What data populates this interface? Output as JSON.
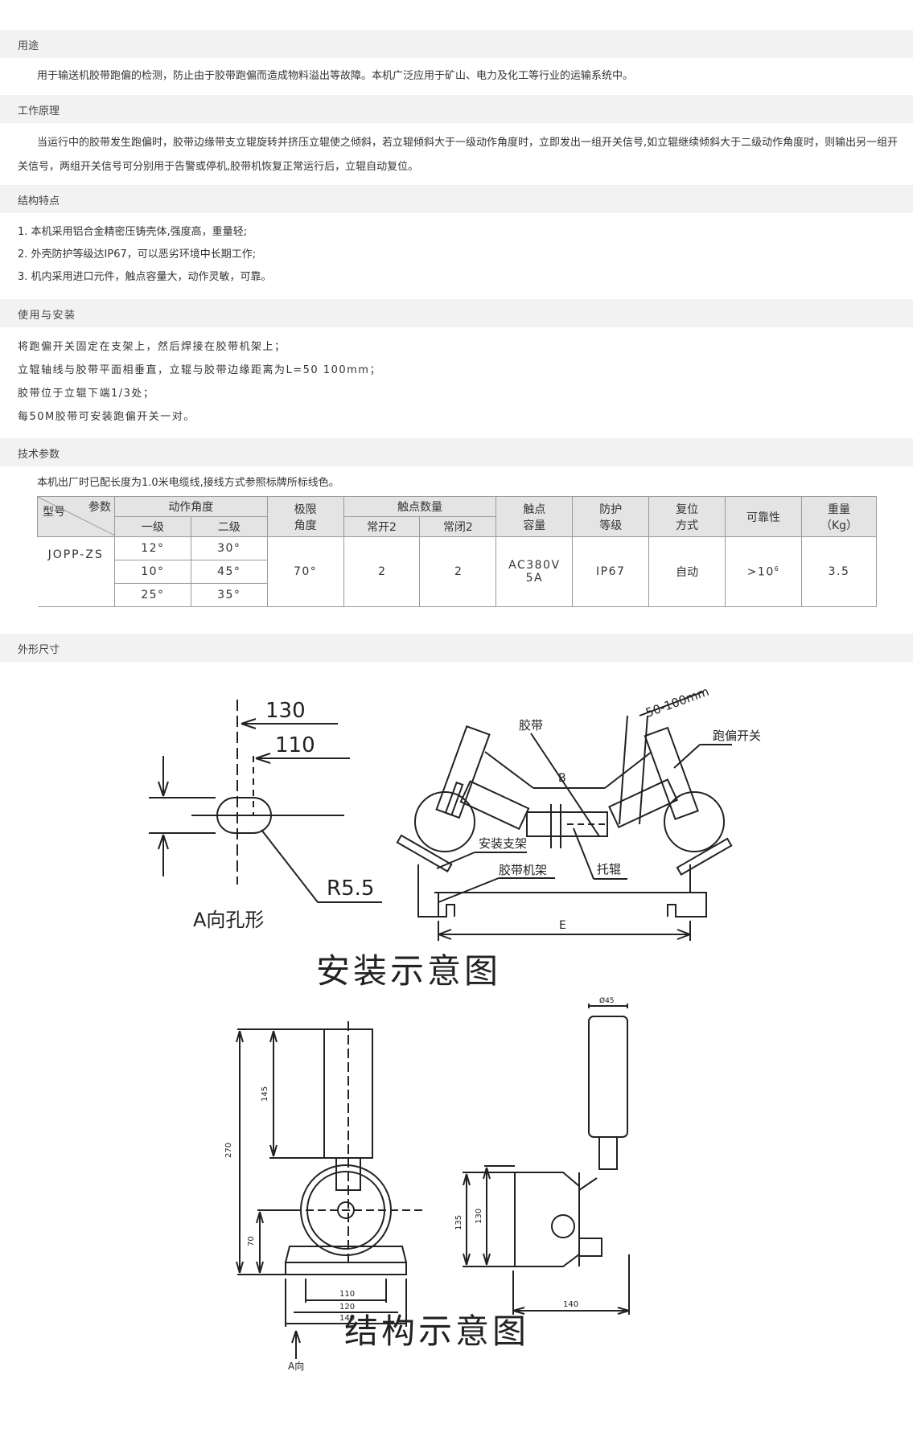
{
  "sections": {
    "usage": {
      "title": "用途",
      "text": "用于输送机胶带跑偏的检测，防止由于胶带跑偏而造成物料溢出等故障。本机广泛应用于矿山、电力及化工等行业的运输系统中。"
    },
    "principle": {
      "title": "工作原理",
      "text": "当运行中的胶带发生跑偏时，胶带边缘带支立辊旋转并挤压立辊使之倾斜，若立辊倾斜大于一级动作角度时，立即发出一组开关信号,如立辊继续倾斜大于二级动作角度时，则输出另一组开关信号，两组开关信号可分别用于告警或停机,胶带机恢复正常运行后，立辊自动复位。"
    },
    "structure": {
      "title": "结构特点",
      "items": [
        "1. 本机采用铝合金精密压铸壳体,强度高，重量轻;",
        "2. 外壳防护等级达IP67，可以恶劣环境中长期工作;",
        "3. 机内采用进口元件，触点容量大，动作灵敏，可靠。"
      ]
    },
    "install": {
      "title": "使用与安装",
      "items": [
        "将跑偏开关固定在支架上，然后焊接在胶带机架上；",
        "立辊轴线与胶带平面相垂直，立辊与胶带边缘距离为L=50  100mm；",
        "胶带位于立辊下端1/3处；",
        "每50M胶带可安装跑偏开关一对。"
      ]
    },
    "tech": {
      "title": "技术参数",
      "note": "本机出厂时已配长度为1.0米电缆线,接线方式参照标牌所标线色。"
    },
    "dims": {
      "title": "外形尺寸"
    }
  },
  "table": {
    "corner_param": "参数",
    "corner_model": "型号",
    "action_angle": "动作角度",
    "level1": "一级",
    "level2": "二级",
    "limit_angle_1": "极限",
    "limit_angle_2": "角度",
    "contacts": "触点数量",
    "no": "常开2",
    "nc": "常闭2",
    "capacity_1": "触点",
    "capacity_2": "容量",
    "protection_1": "防护",
    "protection_2": "等级",
    "reset_1": "复位",
    "reset_2": "方式",
    "reliability": "可靠性",
    "weight_1": "重量",
    "weight_2": "（Kg）",
    "model": "JOPP-ZS",
    "rows": [
      {
        "l1": "12°",
        "l2": "30°"
      },
      {
        "l1": "10°",
        "l2": "45°"
      },
      {
        "l1": "25°",
        "l2": "35°"
      }
    ],
    "limit_value": "70°",
    "no_value": "2",
    "nc_value": "2",
    "capacity_value_1": "AC380V",
    "capacity_value_2": "5A",
    "protection_value": "IP67",
    "reset_value": "自动",
    "reliability_value": ">10",
    "reliability_exp": "6",
    "weight_value": "3.5"
  },
  "diagram_install": {
    "caption": "安装示意图",
    "hole_caption": "A向孔形",
    "dim_130": "130",
    "dim_110": "110",
    "radius": "R5.5",
    "belt": "胶带",
    "gap": "50-100mm",
    "switch": "跑偏开关",
    "B": "B",
    "bracket": "安装支架",
    "idler": "托辊",
    "frame": "胶带机架",
    "E": "E"
  },
  "diagram_structure": {
    "caption": "结构示意图",
    "d270": "270",
    "d145": "145",
    "d70": "70",
    "d110": "110",
    "d120": "120",
    "d140a": "140",
    "view_a": "A向",
    "d45": "Ø45",
    "d135": "135",
    "d130": "130",
    "d140b": "140"
  }
}
